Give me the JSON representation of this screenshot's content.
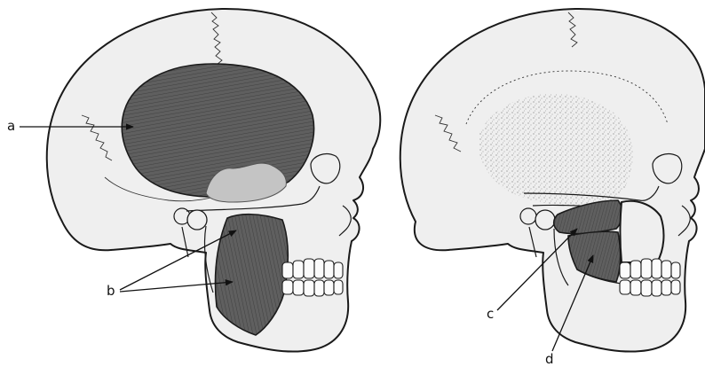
{
  "labels": {
    "a": "a",
    "b": "b",
    "c": "c",
    "d": "d"
  },
  "colors": {
    "bone_fill": "#efefef",
    "muscle_fill": "#5f5f5f",
    "tendon_fill": "#c4c4c4",
    "outline": "#1a1a1a"
  }
}
